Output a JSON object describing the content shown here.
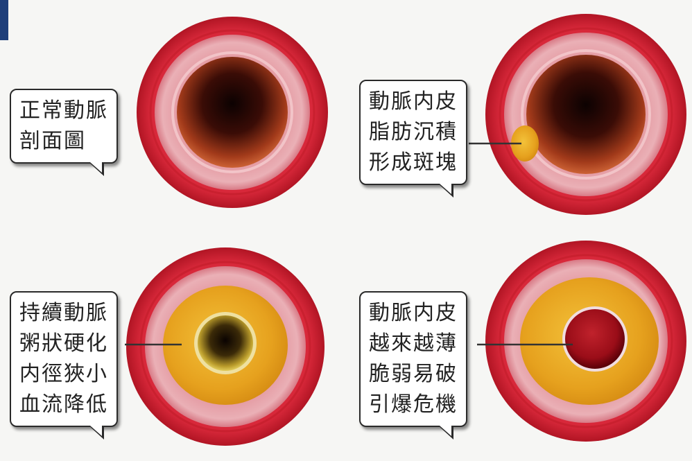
{
  "panels": [
    {
      "id": "normal",
      "lines": [
        "正常動脈",
        "剖面圖"
      ]
    },
    {
      "id": "plaque",
      "lines": [
        "動脈内皮",
        "脂肪沉積",
        "形成斑塊"
      ]
    },
    {
      "id": "narrowing",
      "lines": [
        "持續動脈",
        "粥狀硬化",
        "内徑狹小",
        "血流降低"
      ]
    },
    {
      "id": "rupture",
      "lines": [
        "動脈内皮",
        "越來越薄",
        "脆弱易破",
        "引爆危機"
      ]
    }
  ],
  "colors": {
    "outer_wall": "#d8283a",
    "media": "#e8a0a8",
    "lumen": "#1a0604",
    "plaque": "#e7a61e",
    "clot": "#a0101a",
    "accent": "#1f3f7a"
  }
}
